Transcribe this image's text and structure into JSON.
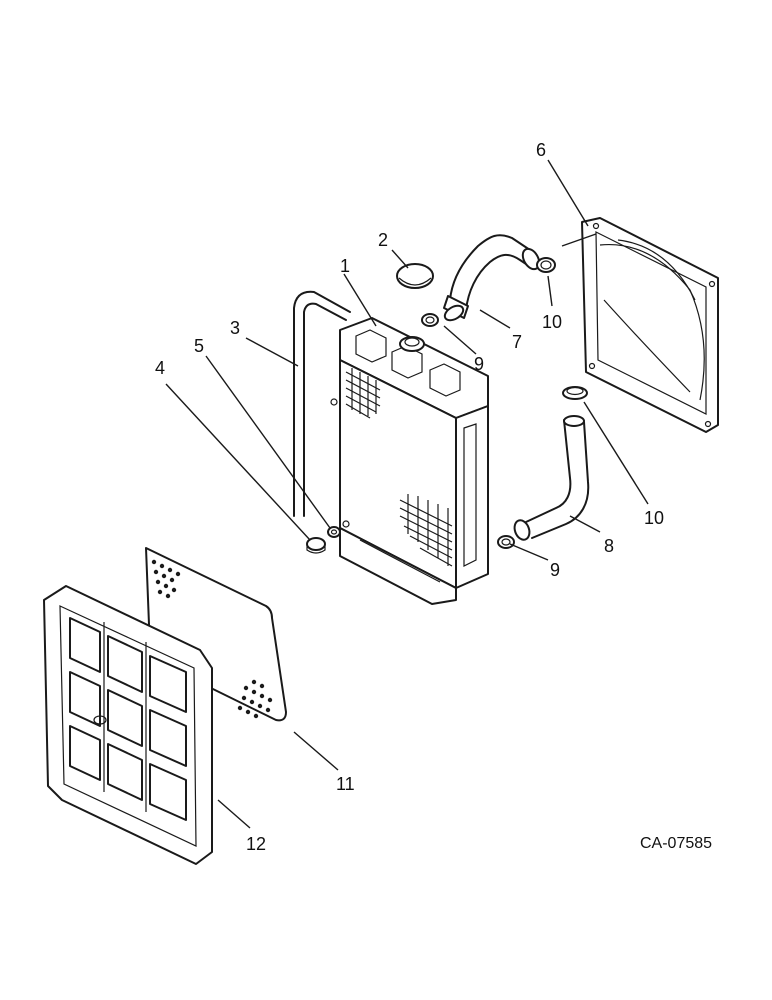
{
  "diagram": {
    "reference_code": "CA-07585",
    "callouts": [
      {
        "id": "1",
        "label": "1"
      },
      {
        "id": "2",
        "label": "2"
      },
      {
        "id": "3",
        "label": "3"
      },
      {
        "id": "4",
        "label": "4"
      },
      {
        "id": "5",
        "label": "5"
      },
      {
        "id": "6",
        "label": "6"
      },
      {
        "id": "7",
        "label": "7"
      },
      {
        "id": "8",
        "label": "8"
      },
      {
        "id": "9a",
        "label": "9"
      },
      {
        "id": "9b",
        "label": "9"
      },
      {
        "id": "10a",
        "label": "10"
      },
      {
        "id": "10b",
        "label": "10"
      },
      {
        "id": "11",
        "label": "11"
      },
      {
        "id": "12",
        "label": "12"
      }
    ]
  }
}
